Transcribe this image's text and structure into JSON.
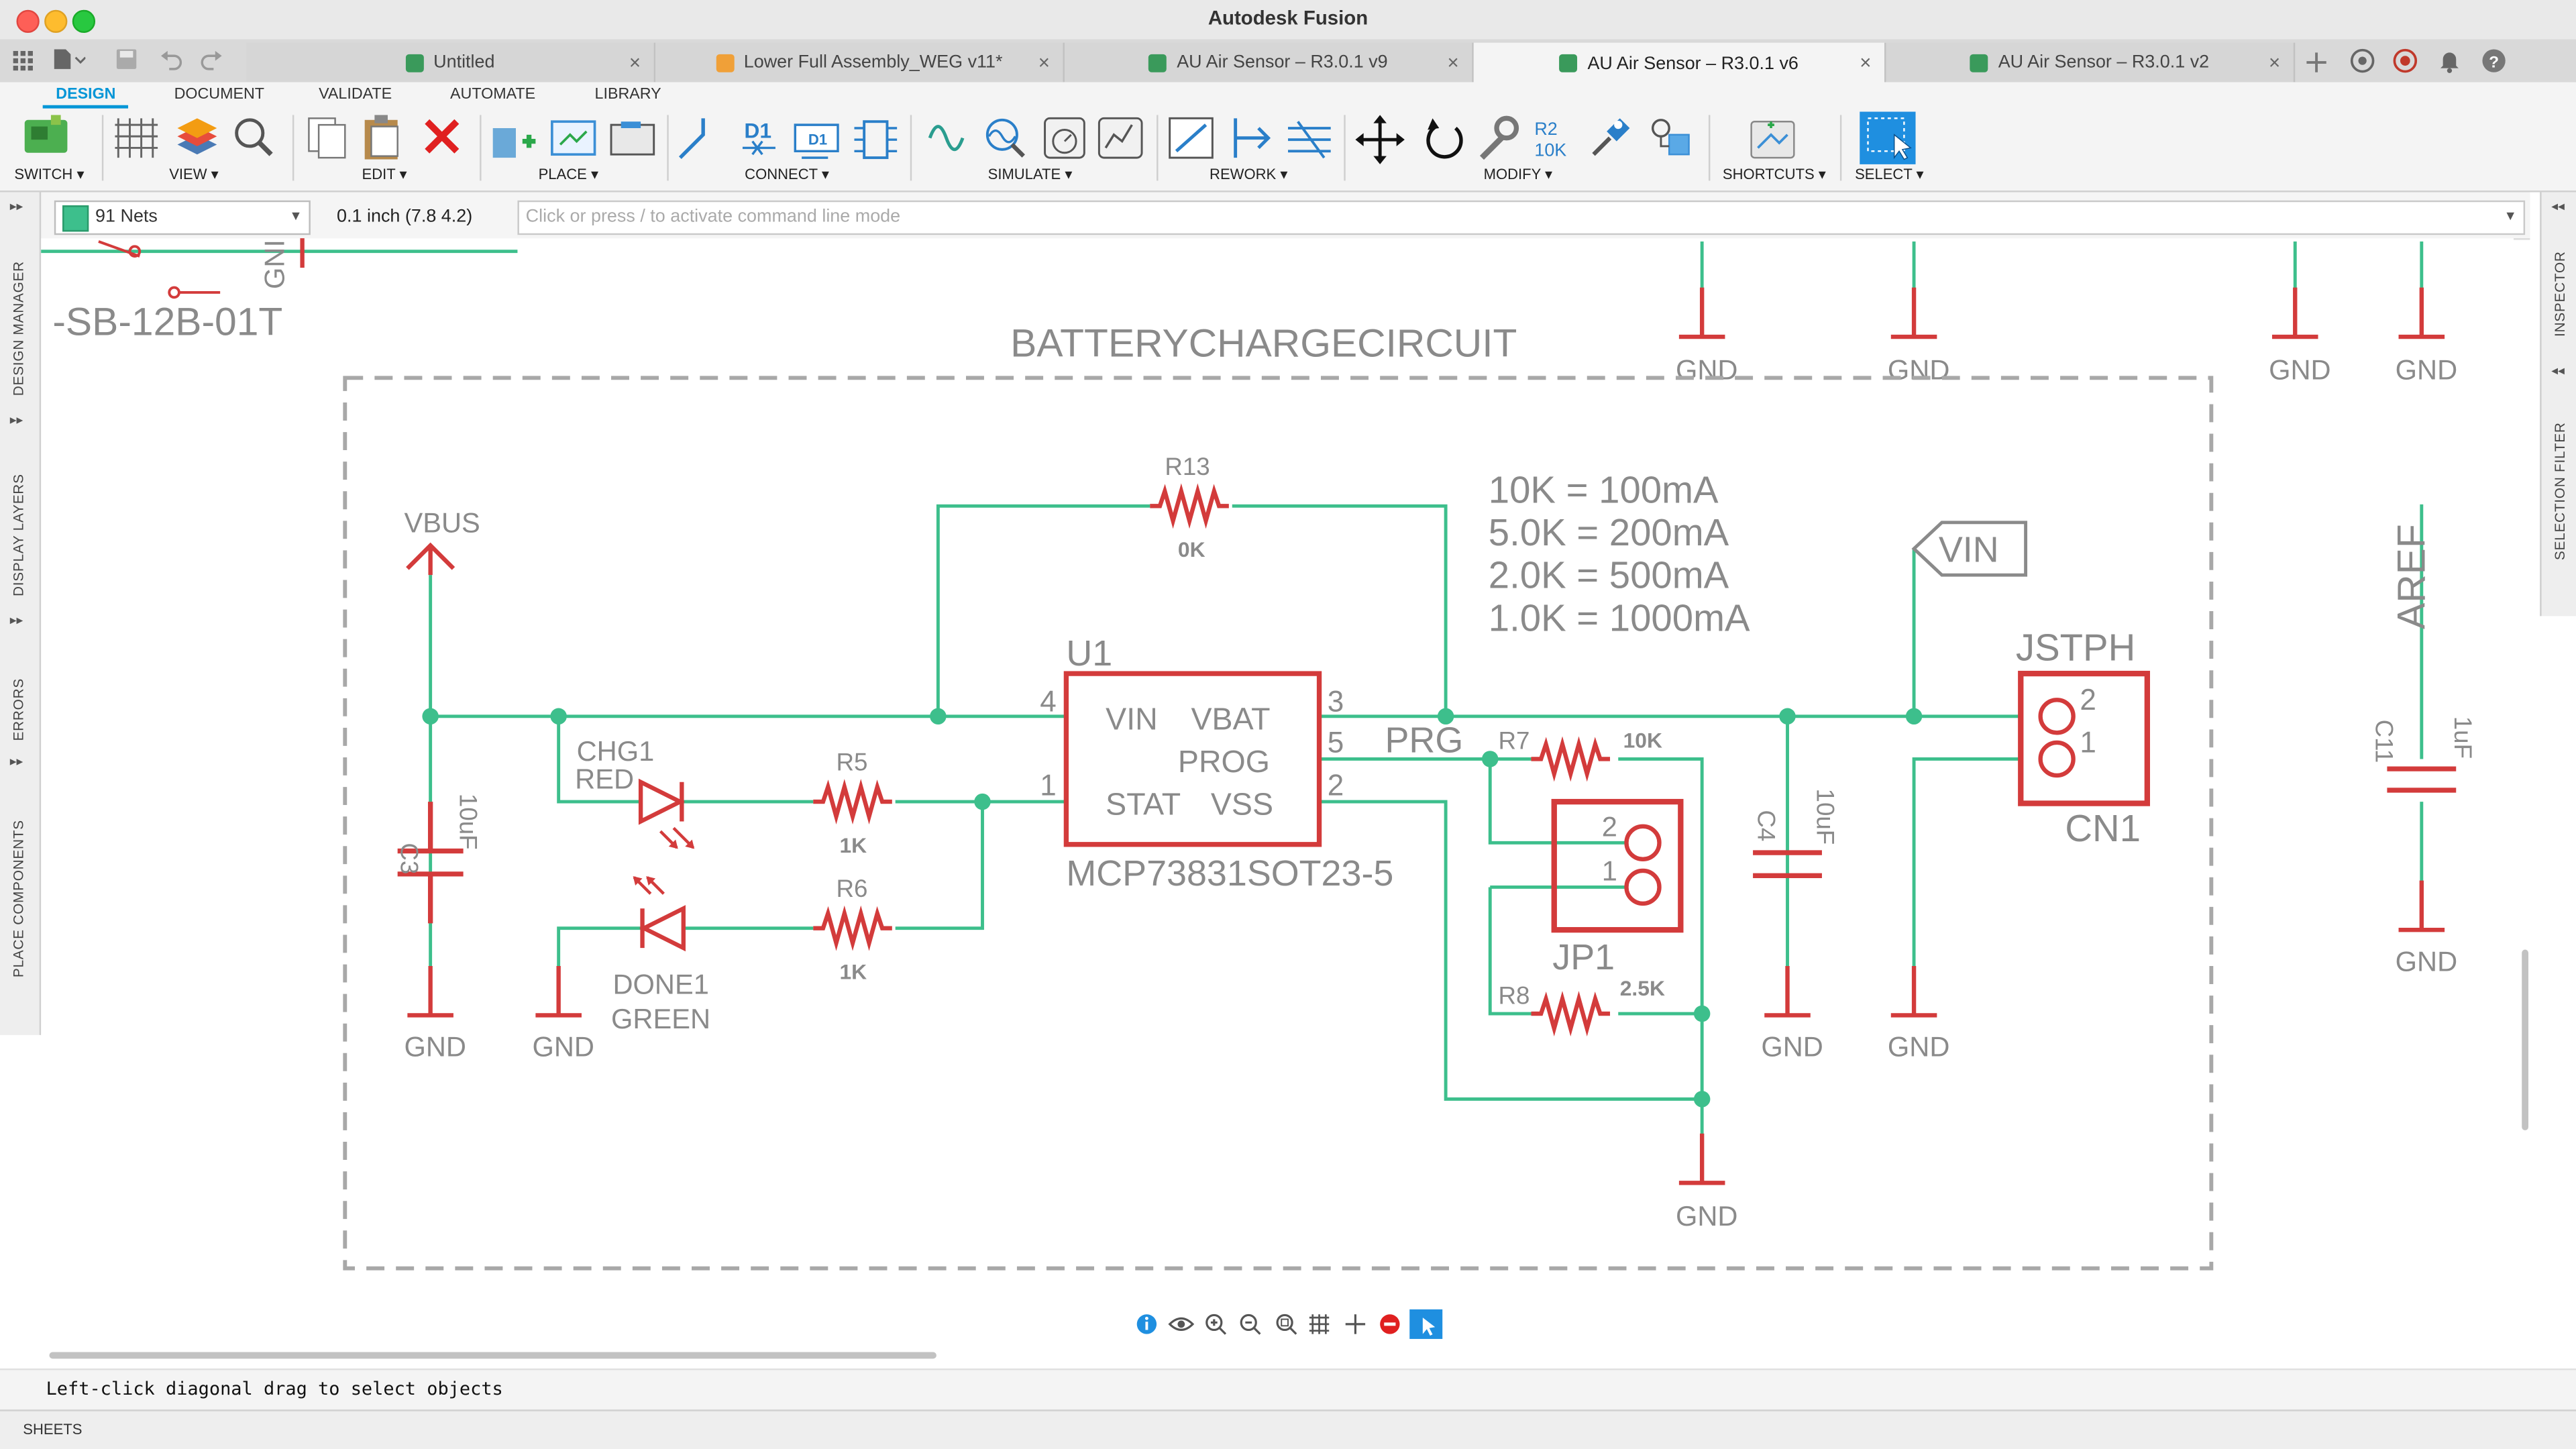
{
  "window": {
    "title": "Autodesk Fusion"
  },
  "doc_tabs": [
    {
      "label": "Untitled",
      "active": false
    },
    {
      "label": "Lower Full Assembly_WEG v11*",
      "active": false
    },
    {
      "label": "AU Air Sensor – R3.0.1 v9",
      "active": false
    },
    {
      "label": "AU Air Sensor – R3.0.1 v6",
      "active": true
    },
    {
      "label": "AU Air Sensor – R3.0.1 v2",
      "active": false
    }
  ],
  "ribbon": {
    "tabs": [
      "DESIGN",
      "DOCUMENT",
      "VALIDATE",
      "AUTOMATE",
      "LIBRARY"
    ],
    "active_tab": "DESIGN",
    "groups": [
      "SWITCH ▾",
      "VIEW ▾",
      "EDIT ▾",
      "PLACE ▾",
      "CONNECT ▾",
      "SIMULATE ▾",
      "REWORK ▾",
      "MODIFY ▾",
      "SHORTCUTS ▾",
      "SELECT ▾"
    ],
    "connect_labels": {
      "d1a": "D1",
      "d1b": "D1"
    },
    "modify_labels": {
      "r2": "R2",
      "r2v": "10K"
    }
  },
  "options_bar": {
    "net_class": "91 Nets",
    "grid": "0.1 inch (7.8 4.2)",
    "command_placeholder": "Click or press / to activate command line mode"
  },
  "left_panels": [
    "DESIGN MANAGER",
    "DISPLAY LAYERS",
    "ERRORS",
    "PLACE COMPONENTS"
  ],
  "right_panels": [
    "INSPECTOR",
    "SELECTION FILTER"
  ],
  "status": {
    "message": "Left-click diagonal drag to select objects"
  },
  "sheets": {
    "label": "SHEETS"
  },
  "schematic": {
    "colors": {
      "wire": "#3dbf8c",
      "part": "#d33b3b",
      "label": "#8a8a8a",
      "frame": "#a8a8a8"
    },
    "frame_title": "BATTERYCHARGECIRCUIT",
    "gnd": "GND",
    "vbus": "VBUS",
    "vin": "VIN",
    "prg": "PRG",
    "aref": "AREF",
    "top_part": "-SB-12B-01T",
    "gnd_partial": "GNI",
    "notes": [
      "10K  = 100mA",
      "5.0K  = 200mA",
      "2.0K  = 500mA",
      "1.0K  = 1000mA"
    ],
    "u1": {
      "name": "U1",
      "value": "MCP73831SOT23-5",
      "pins": {
        "vin": "VIN",
        "vbat": "VBAT",
        "prog": "PROG",
        "stat": "STAT",
        "vss": "VSS"
      },
      "pin_numbers": {
        "p4": "4",
        "p1": "1",
        "p3": "3",
        "p5": "5",
        "p2": "2"
      }
    },
    "r13": {
      "name": "R13",
      "value": "0K"
    },
    "r5": {
      "name": "R5",
      "value": "1K"
    },
    "r6": {
      "name": "R6",
      "value": "1K"
    },
    "r7": {
      "name": "R7",
      "value": "10K"
    },
    "r8": {
      "name": "R8",
      "value": "2.5K"
    },
    "chg1": {
      "name": "CHG1",
      "value": "RED"
    },
    "done1": {
      "name": "DONE1",
      "value": "GREEN"
    },
    "c3": {
      "name": "C3",
      "value": "10uF"
    },
    "c4": {
      "name": "C4",
      "value": "10uF"
    },
    "c11": {
      "name": "C11",
      "value": "1uF"
    },
    "jp1": {
      "name": "JP1",
      "pin_a": "2",
      "pin_b": "1"
    },
    "cn1": {
      "name": "CN1",
      "value": "JSTPH",
      "pin_a": "2",
      "pin_b": "1"
    }
  }
}
